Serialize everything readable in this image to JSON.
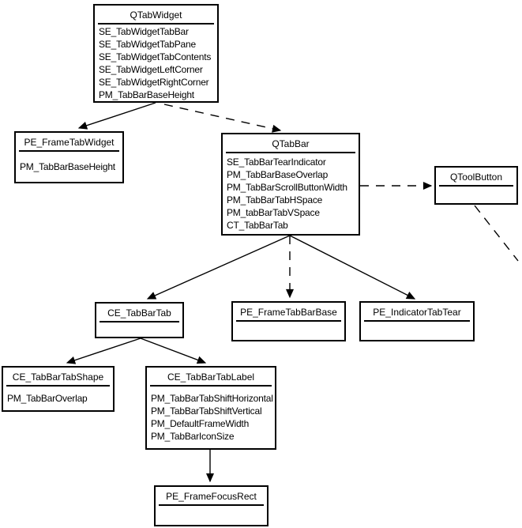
{
  "colors": {
    "background": "#ffffff",
    "stroke": "#000000",
    "text": "#000000"
  },
  "nodes": {
    "qtabwidget": {
      "title": "QTabWidget",
      "items": [
        "SE_TabWidgetTabBar",
        "SE_TabWidgetTabPane",
        "SE_TabWidgetTabContents",
        "SE_TabWidgetLeftCorner",
        "SE_TabWidgetRightCorner",
        "PM_TabBarBaseHeight"
      ]
    },
    "pe_frametabwidget": {
      "title": "PE_FrameTabWidget",
      "items": [
        "PM_TabBarBaseHeight"
      ]
    },
    "qtabbar": {
      "title": "QTabBar",
      "items": [
        "SE_TabBarTearIndicator",
        "PM_TabBarBaseOverlap",
        "PM_TabBarScrollButtonWidth",
        "PM_TabBarTabHSpace",
        "PM_tabBarTabVSpace",
        "CT_TabBarTab"
      ]
    },
    "qtoolbutton": {
      "title": "QToolButton",
      "items": []
    },
    "ce_tabbartab": {
      "title": "CE_TabBarTab",
      "items": []
    },
    "pe_frametabbarbase": {
      "title": "PE_FrameTabBarBase",
      "items": []
    },
    "pe_indicatortabtear": {
      "title": "PE_IndicatorTabTear",
      "items": []
    },
    "ce_tabbartabshape": {
      "title": "CE_TabBarTabShape",
      "items": [
        "PM_TabBarOverlap"
      ]
    },
    "ce_tabbartablabel": {
      "title": "CE_TabBarTabLabel",
      "items": [
        "PM_TabBarTabShiftHorizontal",
        "PM_TabBarTabShiftVertical",
        "PM_DefaultFrameWidth",
        "PM_TabBarIconSize"
      ]
    },
    "pe_framefocusrect": {
      "title": "PE_FrameFocusRect",
      "items": []
    }
  },
  "edges": [
    {
      "from": "QTabWidget",
      "to": "PE_FrameTabWidget",
      "style": "solid",
      "arrow": true
    },
    {
      "from": "QTabWidget",
      "to": "QTabBar",
      "style": "dashed",
      "arrow": true
    },
    {
      "from": "QTabBar",
      "to": "QToolButton",
      "style": "dashed",
      "arrow": true
    },
    {
      "from": "QToolButton",
      "to": "off-canvas-bottom-right",
      "style": "dashed",
      "arrow": false
    },
    {
      "from": "QTabBar",
      "to": "CE_TabBarTab",
      "style": "solid",
      "arrow": true
    },
    {
      "from": "QTabBar",
      "to": "PE_FrameTabBarBase",
      "style": "dashed",
      "arrow": true
    },
    {
      "from": "QTabBar",
      "to": "PE_IndicatorTabTear",
      "style": "solid",
      "arrow": true
    },
    {
      "from": "CE_TabBarTab",
      "to": "CE_TabBarTabShape",
      "style": "solid",
      "arrow": true
    },
    {
      "from": "CE_TabBarTab",
      "to": "CE_TabBarTabLabel",
      "style": "solid",
      "arrow": true
    },
    {
      "from": "CE_TabBarTabLabel",
      "to": "PE_FrameFocusRect",
      "style": "solid",
      "arrow": true
    }
  ]
}
